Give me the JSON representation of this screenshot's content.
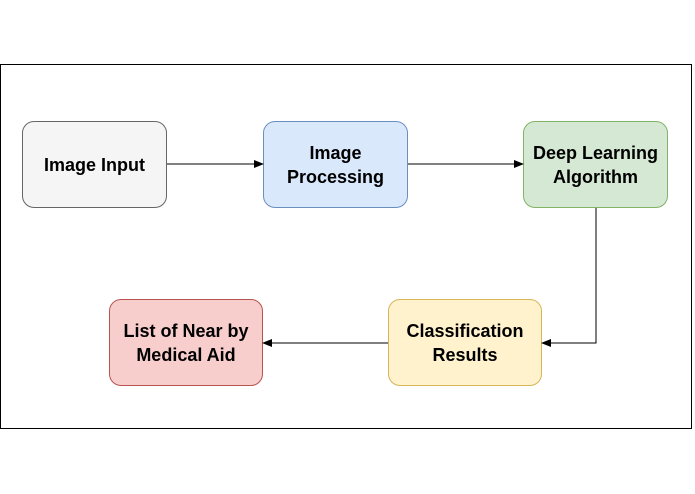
{
  "diagram": {
    "nodes": [
      {
        "id": "image-input",
        "label": "Image Input",
        "fill": "#f5f5f5",
        "stroke": "#666666"
      },
      {
        "id": "image-processing",
        "label": "Image Processing",
        "fill": "#dae8fc",
        "stroke": "#6c8ebf"
      },
      {
        "id": "deep-learning",
        "label": "Deep Learning Algorithm",
        "fill": "#d5e8d4",
        "stroke": "#82b366"
      },
      {
        "id": "classification",
        "label": "Classification Results",
        "fill": "#fff2cc",
        "stroke": "#d6b656"
      },
      {
        "id": "near-by-aid",
        "label": "List of Near by Medical Aid",
        "fill": "#f8cecc",
        "stroke": "#b85450"
      }
    ],
    "edges": [
      {
        "from": "image-input",
        "to": "image-processing"
      },
      {
        "from": "image-processing",
        "to": "deep-learning"
      },
      {
        "from": "deep-learning",
        "to": "classification"
      },
      {
        "from": "classification",
        "to": "near-by-aid"
      }
    ]
  }
}
